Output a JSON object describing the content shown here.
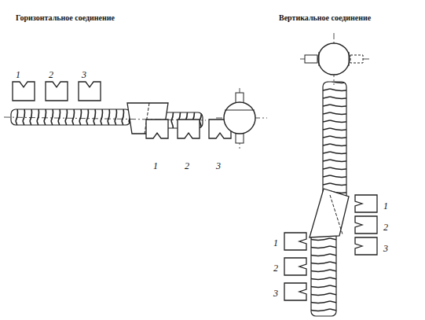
{
  "diagram": {
    "labels": [
      "Горизонтальное соединение",
      "Вертикальное соединение",
      "1",
      "2",
      "3",
      "1",
      "2",
      "3",
      "1",
      "2",
      "3",
      "1",
      "2",
      "3"
    ]
  }
}
